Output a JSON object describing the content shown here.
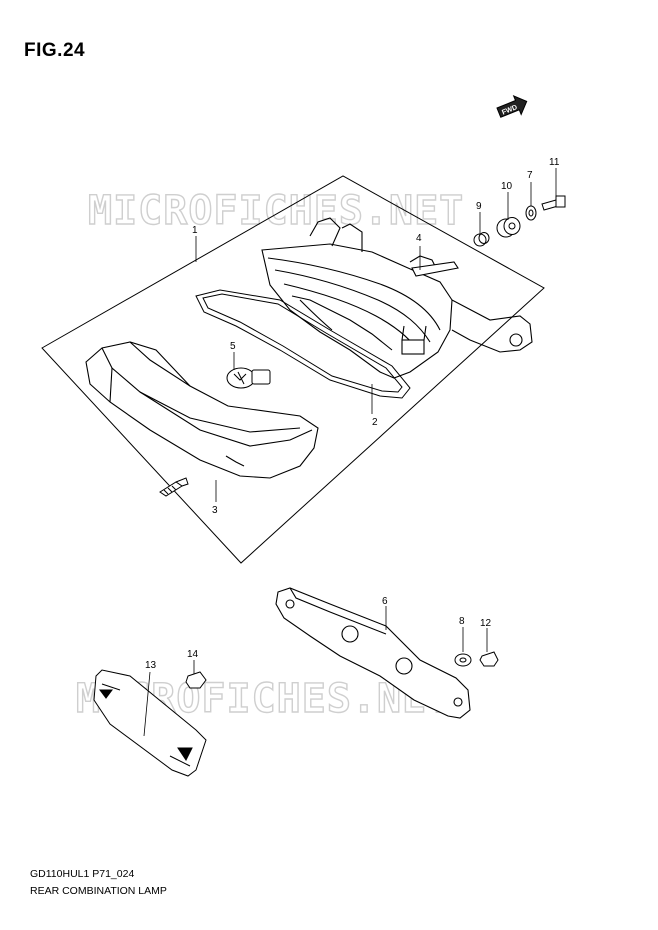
{
  "figure": {
    "title": "FIG.24",
    "footer_code": "GD110HUL1 P71_024",
    "footer_title": "REAR COMBINATION LAMP",
    "fwd_label": "FWD",
    "watermark_text": "MICROFICHES.NET"
  },
  "callouts": [
    "1",
    "2",
    "3",
    "4",
    "5",
    "6",
    "7",
    "8",
    "9",
    "10",
    "11",
    "12",
    "13",
    "14"
  ],
  "icons": {
    "fwd_arrow": "fwd-arrow-icon"
  }
}
